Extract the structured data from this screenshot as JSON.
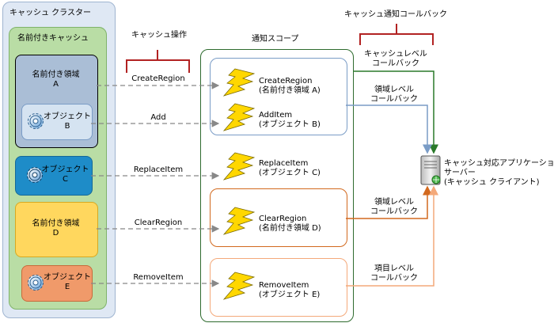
{
  "cache_cluster": {
    "title": "キャッシュ クラスター",
    "named_cache": {
      "title": "名前付きキャッシュ",
      "region_a": {
        "label": "名前付き領域\nA",
        "object_b": "オブジェクト\nB"
      },
      "object_c": "オブジェクト\nC",
      "region_d": "名前付き領域\nD",
      "object_e": "オブジェクト\nE"
    }
  },
  "cache_operations": {
    "title": "キャッシュ操作",
    "ops": [
      "CreateRegion",
      "Add",
      "ReplaceItem",
      "ClearRegion",
      "RemoveItem"
    ]
  },
  "notification_scope": {
    "title": "通知スコープ",
    "events": [
      "CreateRegion\n(名前付き領域 A)",
      "AddItem\n(オブジェクト B)",
      "ReplaceItem\n(オブジェクト C)",
      "ClearRegion\n(名前付き領域 D)",
      "RemoveItem\n(オブジェクト E)"
    ]
  },
  "callbacks": {
    "title": "キャッシュ通知コールバック",
    "cache_level": "キャッシュレベル\nコールバック",
    "region_level_1": "領域レベル\nコールバック",
    "region_level_2": "領域レベル\nコールバック",
    "item_level": "項目レベル\nコールバック"
  },
  "app_server": {
    "label": "キャッシュ対応アプリケーション\nサーバー\n(キャッシュ クライアント)"
  },
  "colors": {
    "cluster_bg": "#dfe8f4",
    "cluster_border": "#9fb4d0",
    "named_cache_bg": "#b9dda5",
    "named_cache_border": "#7fb36a",
    "region_a_bg": "#aabed6",
    "object_b_bg": "#d5e3f1",
    "object_c_bg": "#1e8cc8",
    "region_d_bg": "#ffd75e",
    "object_e_bg": "#f09a6a",
    "scope_border": "#2e6b2e",
    "blue": "#7a9cc6",
    "orange": "#d2691e",
    "light_orange": "#f4a97a",
    "green": "#2a7a2a",
    "bracket": "#b22222"
  }
}
